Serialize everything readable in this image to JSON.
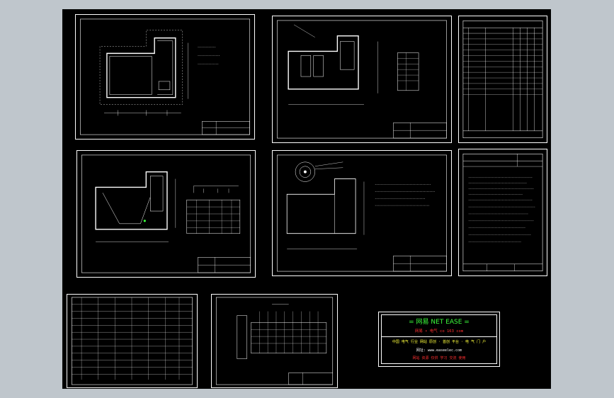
{
  "colors": {
    "background": "#000000",
    "frame": "#bfc6cc",
    "line": "#ffffff",
    "accent_green": "#3cff3c",
    "accent_red": "#ff3030",
    "accent_yellow": "#ffff3c"
  },
  "banner": {
    "title": "= 网易 NET EASE =",
    "line2": "网易 • 电气 co 163 com",
    "line3": "中国 电气 行业 网站 原创 · 首创 平台 · 电 气 门 户",
    "line4": "网址: www.easeelec.com",
    "line5": "网站 资源 仅供 学习 交流 使用"
  }
}
